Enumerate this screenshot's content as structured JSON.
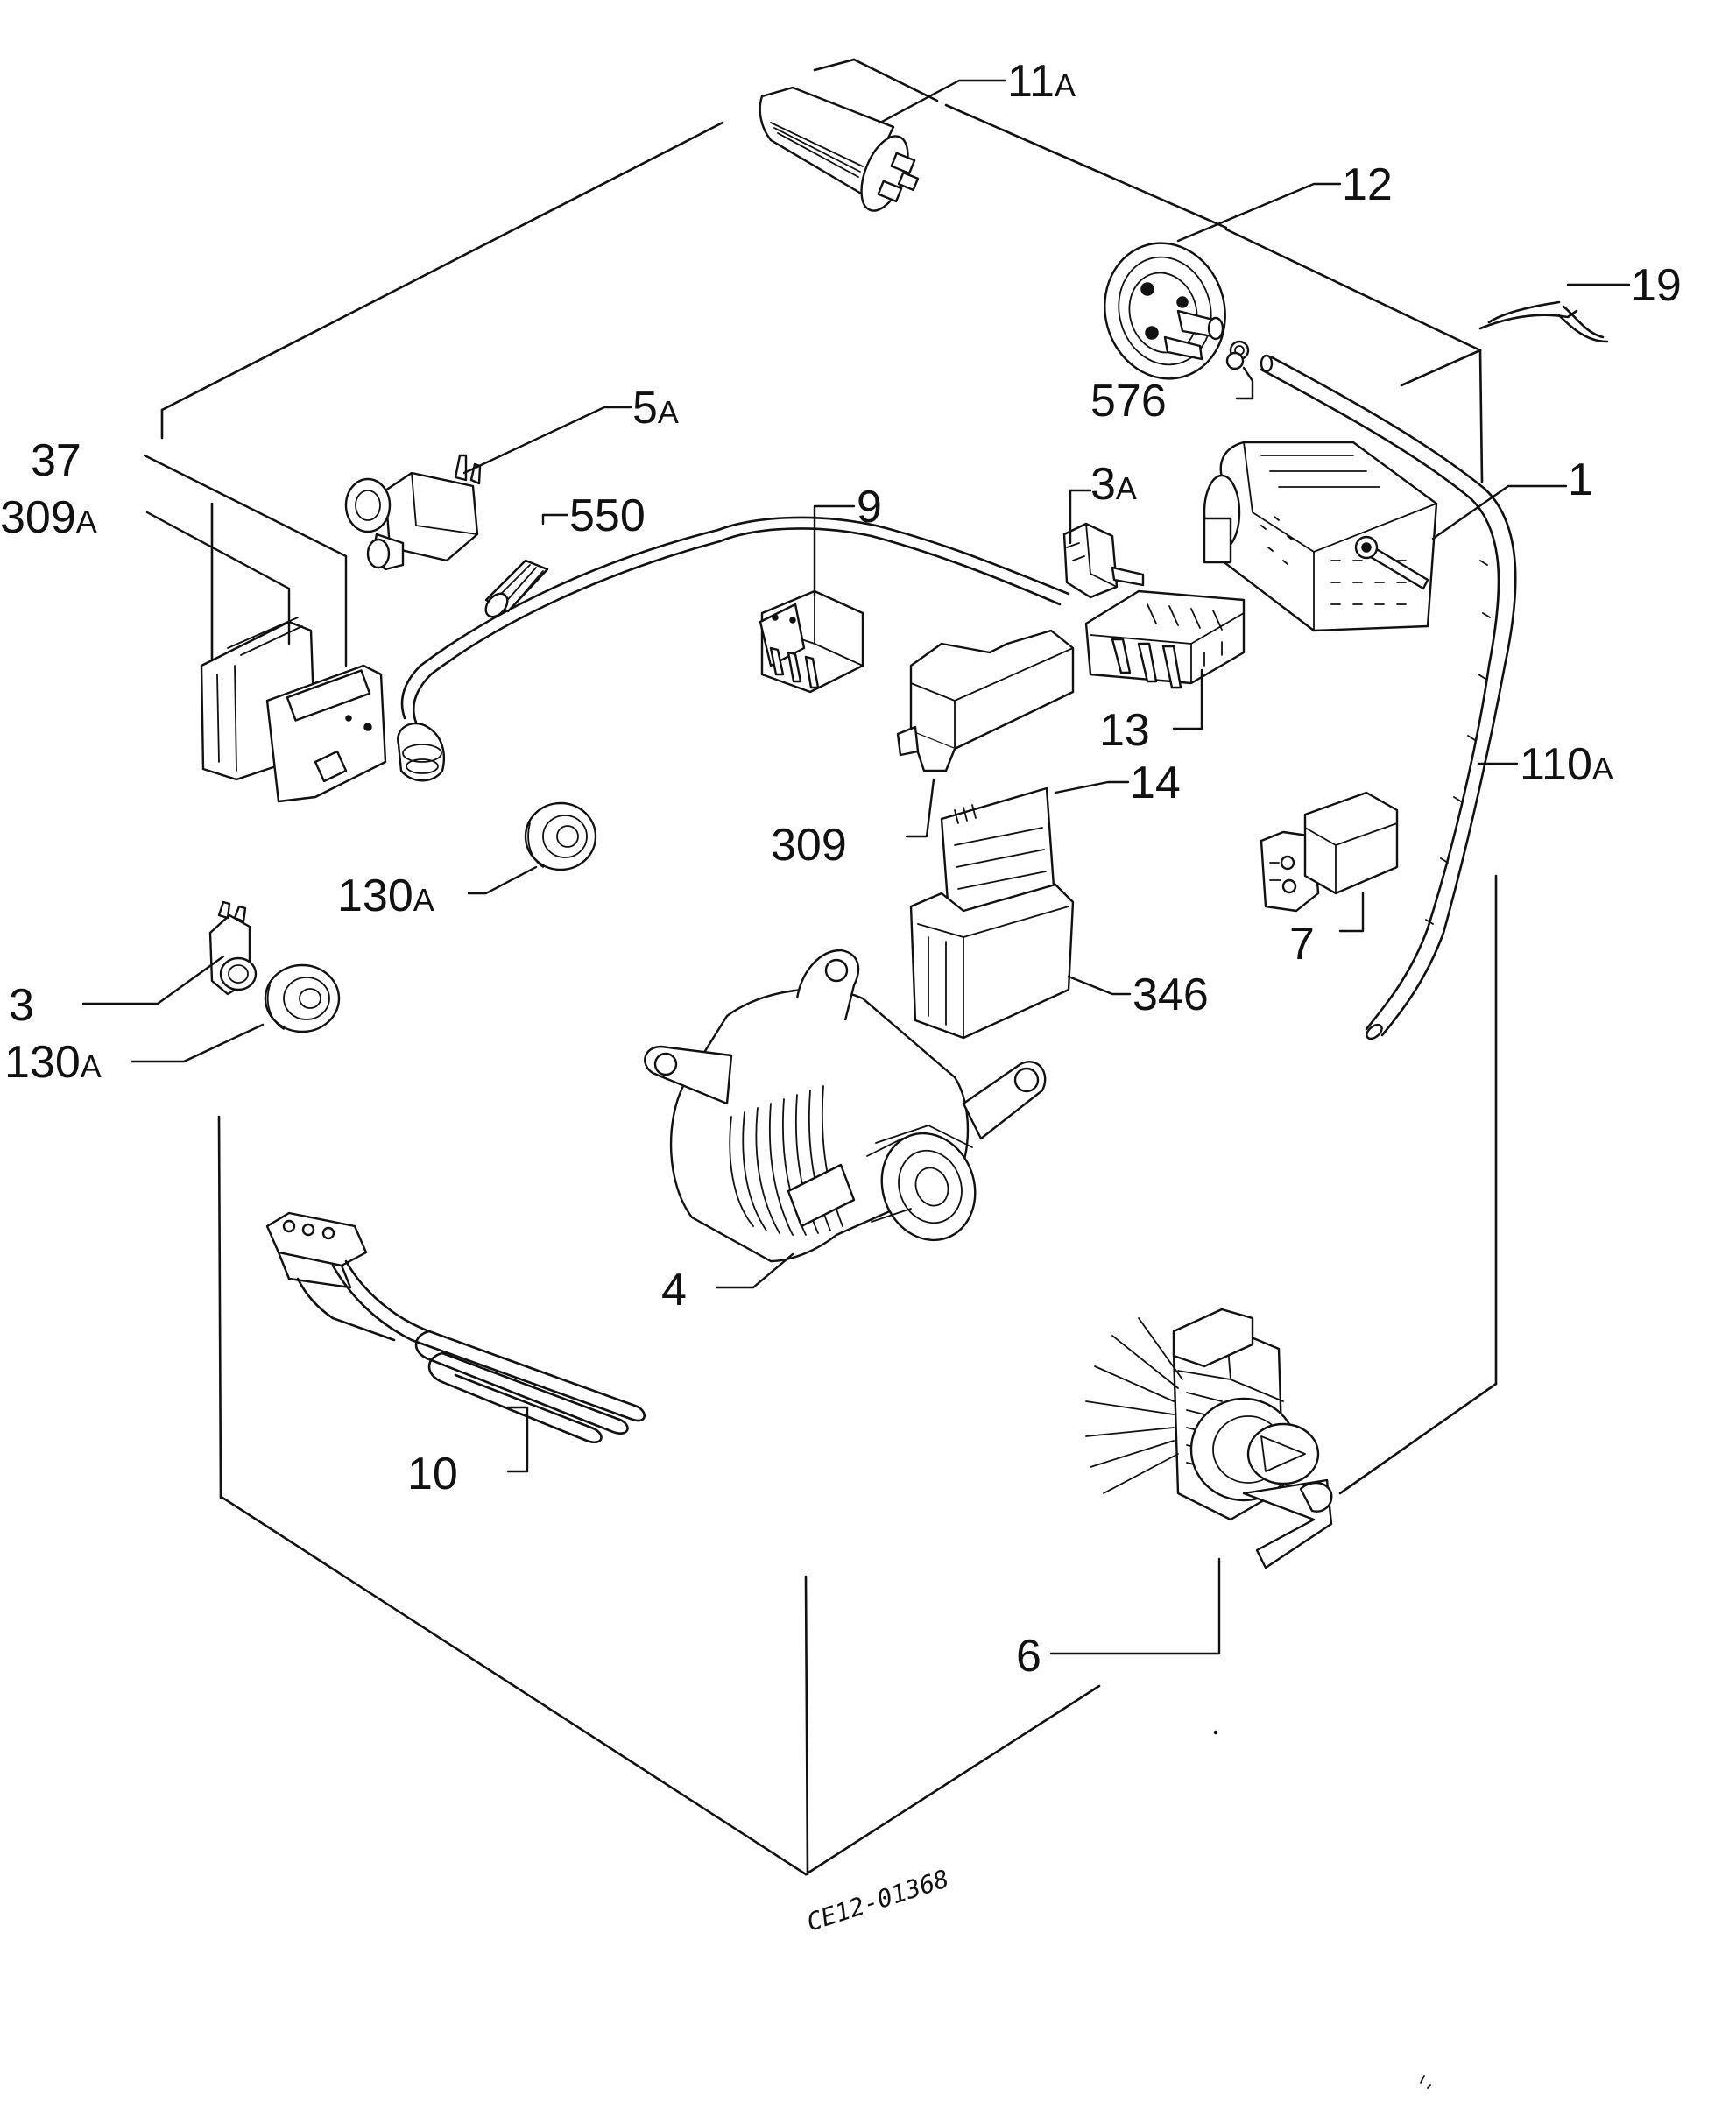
{
  "diagram": {
    "drawing_code": "CE12-01368",
    "parts": [
      {
        "id": "p11a",
        "number": "11",
        "suffix": "A"
      },
      {
        "id": "p12",
        "number": "12",
        "suffix": ""
      },
      {
        "id": "p19",
        "number": "19",
        "suffix": ""
      },
      {
        "id": "p576",
        "number": "576",
        "suffix": ""
      },
      {
        "id": "p5a",
        "number": "5",
        "suffix": "A"
      },
      {
        "id": "p37",
        "number": "37",
        "suffix": ""
      },
      {
        "id": "p309a",
        "number": "309",
        "suffix": "A"
      },
      {
        "id": "p550",
        "number": "550",
        "suffix": ""
      },
      {
        "id": "p9",
        "number": "9",
        "suffix": ""
      },
      {
        "id": "p3a",
        "number": "3",
        "suffix": "A"
      },
      {
        "id": "p1",
        "number": "1",
        "suffix": ""
      },
      {
        "id": "p13",
        "number": "13",
        "suffix": ""
      },
      {
        "id": "p110a",
        "number": "110",
        "suffix": "A"
      },
      {
        "id": "p14",
        "number": "14",
        "suffix": ""
      },
      {
        "id": "p309",
        "number": "309",
        "suffix": ""
      },
      {
        "id": "p130a_1",
        "number": "130",
        "suffix": "A"
      },
      {
        "id": "p7",
        "number": "7",
        "suffix": ""
      },
      {
        "id": "p3",
        "number": "3",
        "suffix": ""
      },
      {
        "id": "p130a_2",
        "number": "130",
        "suffix": "A"
      },
      {
        "id": "p346",
        "number": "346",
        "suffix": ""
      },
      {
        "id": "p4",
        "number": "4",
        "suffix": ""
      },
      {
        "id": "p10",
        "number": "10",
        "suffix": ""
      },
      {
        "id": "p6",
        "number": "6",
        "suffix": ""
      }
    ]
  }
}
